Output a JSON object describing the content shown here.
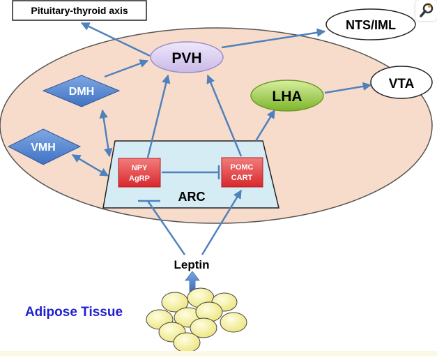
{
  "diagram": {
    "nodes": {
      "pituitary": "Pituitary-thyroid axis",
      "nts": "NTS/IML",
      "pvh": "PVH",
      "vta": "VTA",
      "dmh": "DMH",
      "lha": "LHA",
      "vmh": "VMH",
      "npy_line1": "NPY",
      "npy_line2": "AgRP",
      "pomc_line1": "POMC",
      "pomc_line2": "CART",
      "arc": "ARC",
      "leptin": "Leptin",
      "adipose": "Adipose Tissue"
    },
    "colors": {
      "hypothalamus_fill": "#f8dccb",
      "arrow": "#4f81bd",
      "pvh_fill": "#d9ccef",
      "lha_fill": "#93c83e",
      "diamond_fill": "#4f81bd",
      "neuron_fill": "#e0393c",
      "arc_fill": "#d6ecf5",
      "adipose_label": "#1f1fd0",
      "fat_cell_fill": "#f6f29c"
    },
    "toolbar_icon": "magnify-icon"
  }
}
